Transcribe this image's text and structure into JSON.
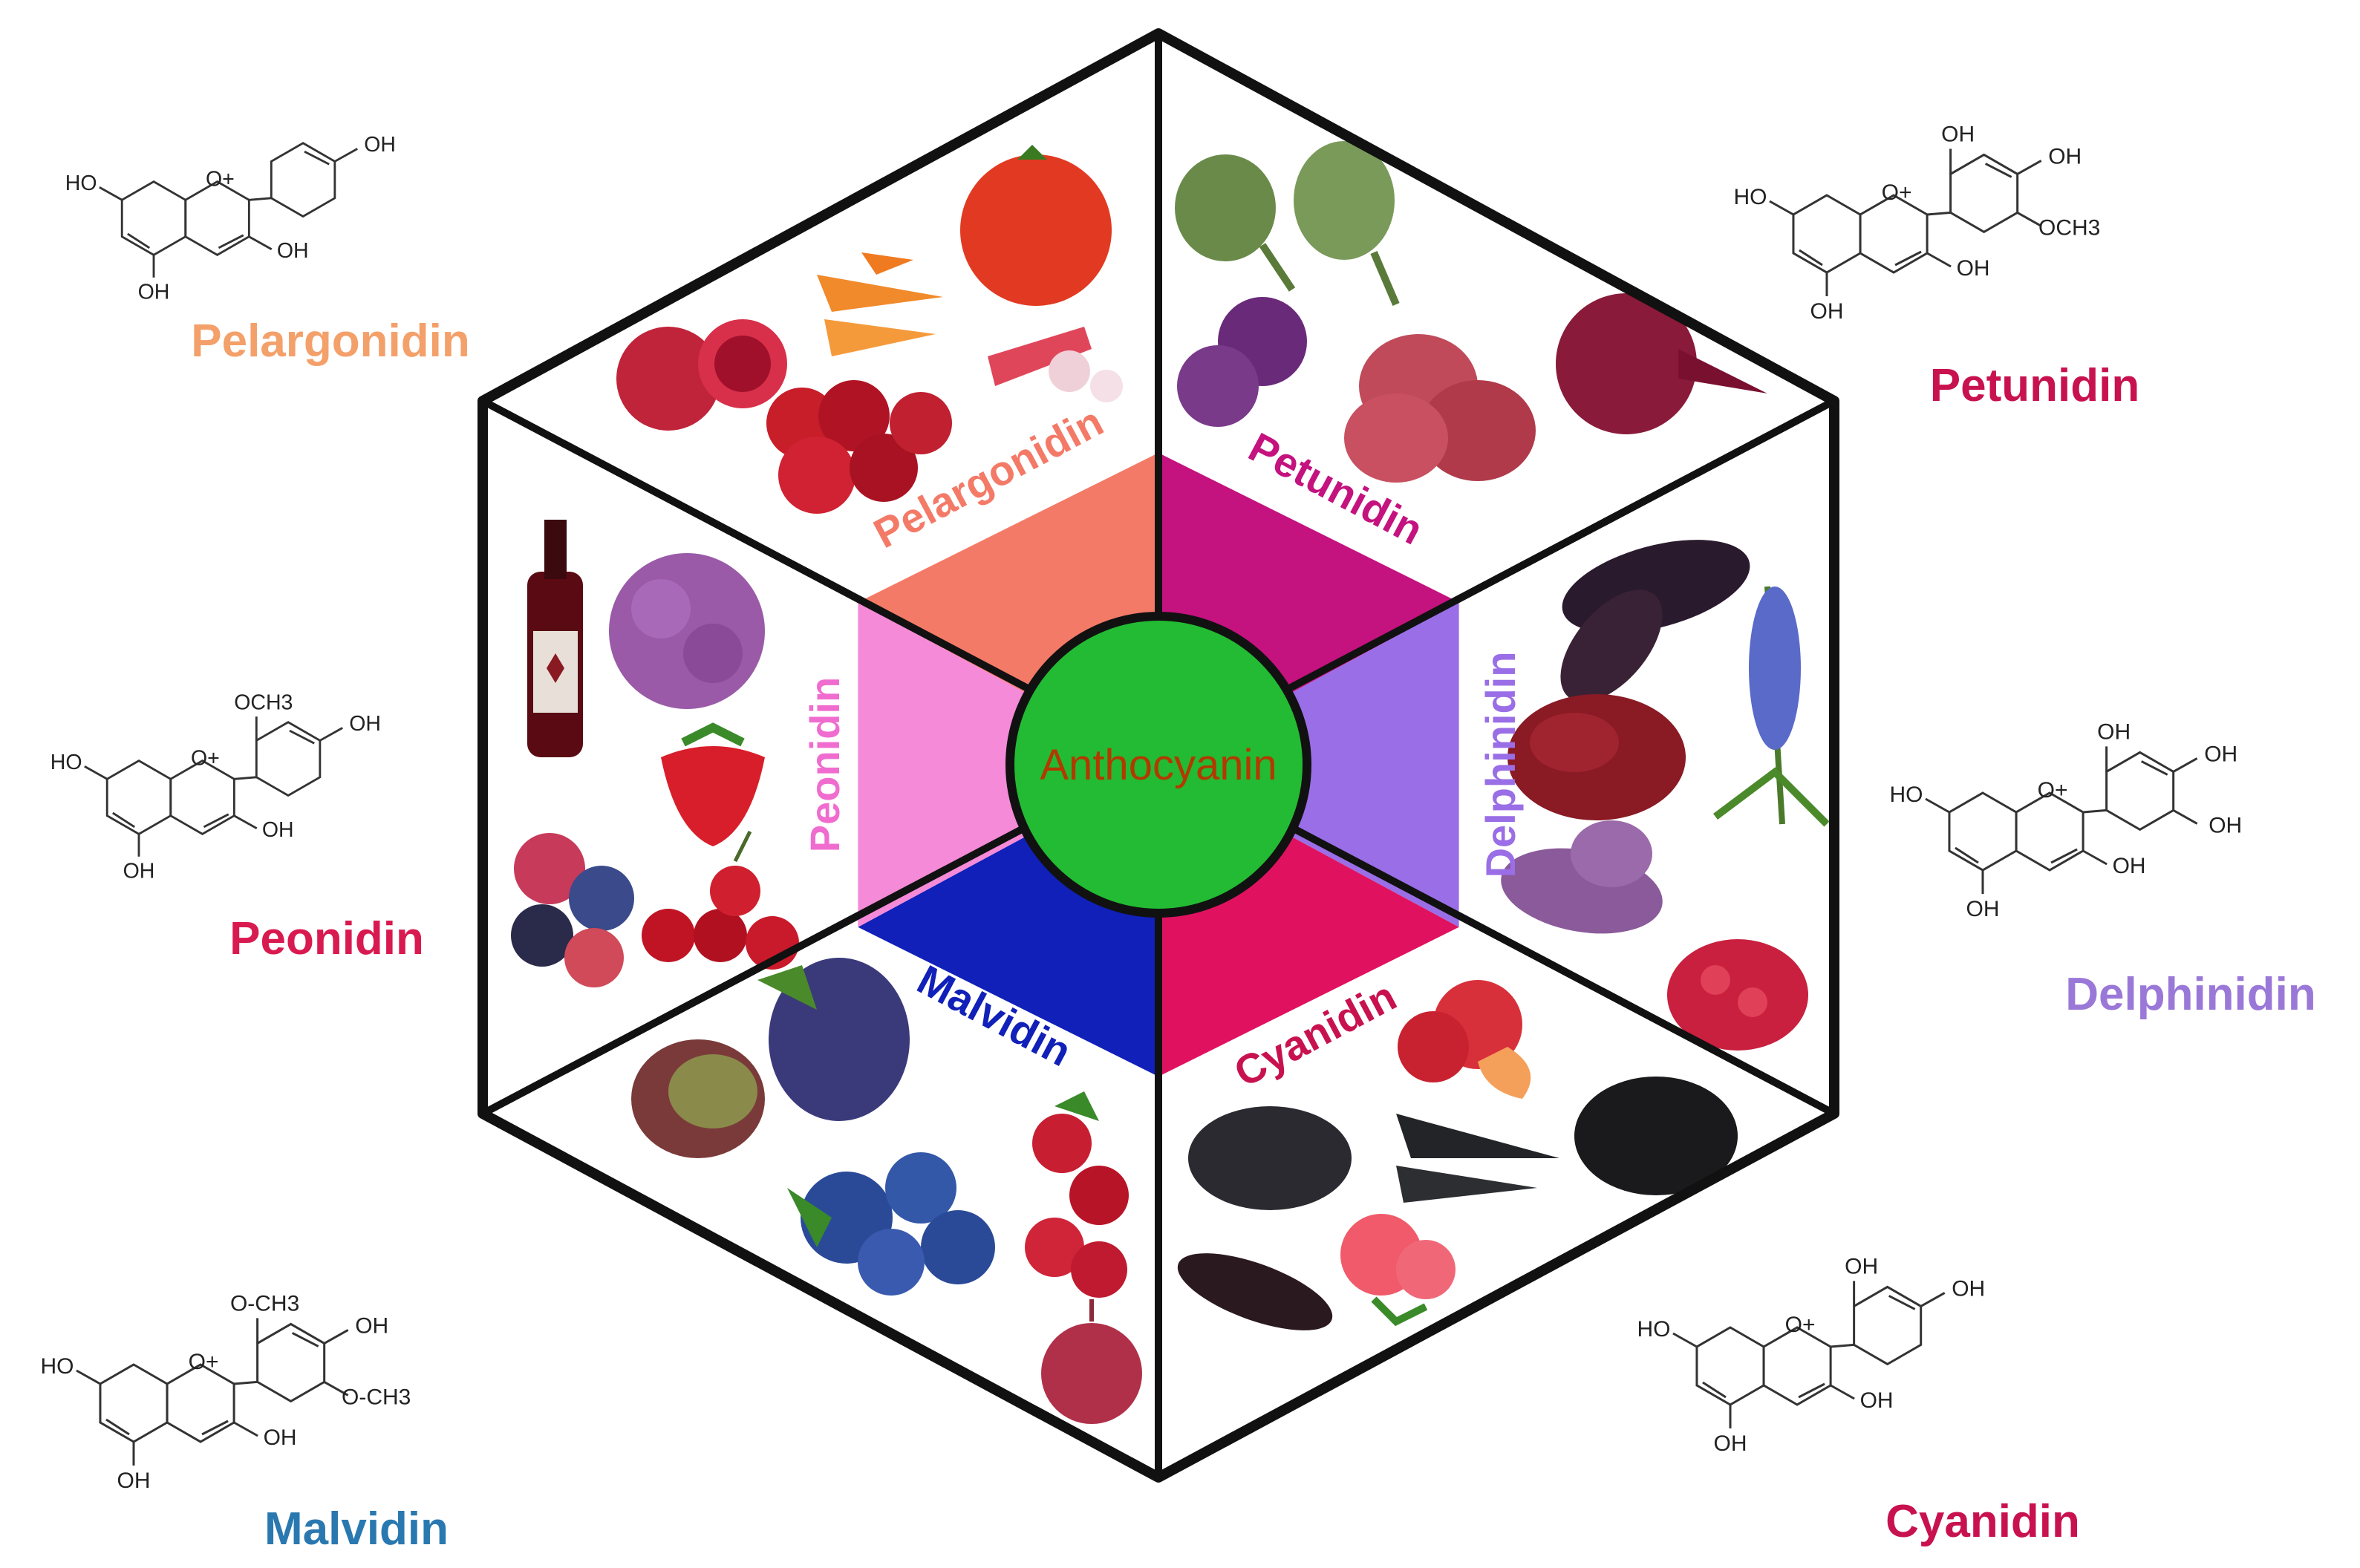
{
  "center": {
    "label": "Anthocyanin",
    "fill": "#22bb33",
    "text_color": "#b23a00"
  },
  "sectors": [
    {
      "id": "pelargonidin",
      "label": "Pelargonidin",
      "color": "#f47a68",
      "text_color": "#f47a68",
      "foods": [
        "pomegranate",
        "carrot",
        "tomato",
        "red-apple",
        "red-radish"
      ]
    },
    {
      "id": "petunidin",
      "label": "Petunidin",
      "color": "#c4127f",
      "text_color": "#c4127f",
      "foods": [
        "artichoke",
        "red-cabbage",
        "red-potato",
        "beetroot"
      ]
    },
    {
      "id": "delphinidin",
      "label": "Delphinidin",
      "color": "#9a6ee6",
      "text_color": "#9a6ee6",
      "foods": [
        "eggplant",
        "red-beans",
        "larkspur-flower",
        "purple-sweet-potato",
        "red-currant"
      ]
    },
    {
      "id": "cyanidin",
      "label": "Cyanidin",
      "color": "#e0125f",
      "text_color": "#c8124f",
      "foods": [
        "plum",
        "black-soybean",
        "black-carrot",
        "black-rice",
        "purple-corn",
        "raspberry"
      ]
    },
    {
      "id": "malvidin",
      "label": "Malvidin",
      "color": "#1020b8",
      "text_color": "#1020b8",
      "foods": [
        "lettuce",
        "grapes",
        "blueberry",
        "cranberry",
        "red-onion"
      ]
    },
    {
      "id": "peonidin",
      "label": "Peonidin",
      "color": "#f58ad8",
      "text_color": "#f06ccf",
      "foods": [
        "red-wine",
        "purple-cauliflower",
        "strawberry",
        "mixed-berries",
        "cherry"
      ]
    }
  ],
  "structures": [
    {
      "id": "pelargonidin",
      "name": "Pelargonidin",
      "color": "#f4a06a",
      "groups": {
        "r7": "HO",
        "o_plus": "O+",
        "r3": "OH",
        "r5": "OH",
        "b3": "",
        "b4": "OH",
        "b5": ""
      }
    },
    {
      "id": "petunidin",
      "name": "Petunidin",
      "color": "#c8124f",
      "groups": {
        "r7": "HO",
        "o_plus": "O+",
        "r3": "OH",
        "r5": "OH",
        "b3": "OH",
        "b4": "OH",
        "b5": "OCH3"
      }
    },
    {
      "id": "peonidin",
      "name": "Peonidin",
      "color": "#d81a50",
      "groups": {
        "r7": "HO",
        "o_plus": "O+",
        "r3": "OH",
        "r5": "OH",
        "b3": "OCH3",
        "b4": "OH",
        "b5": ""
      }
    },
    {
      "id": "delphinidin",
      "name": "Delphinidin",
      "color": "#9a78d8",
      "groups": {
        "r7": "HO",
        "o_plus": "O+",
        "r3": "OH",
        "r5": "OH",
        "b3": "OH",
        "b4": "OH",
        "b5": "OH"
      }
    },
    {
      "id": "malvidin",
      "name": "Malvidin",
      "color": "#2a78b0",
      "groups": {
        "r7": "HO",
        "o_plus": "O+",
        "r3": "OH",
        "r5": "OH",
        "b3": "O-CH3",
        "b4": "OH",
        "b5": "O-CH3"
      }
    },
    {
      "id": "cyanidin",
      "name": "Cyanidin",
      "color": "#c8124f",
      "groups": {
        "r7": "HO",
        "o_plus": "O+",
        "r3": "OH",
        "r5": "OH",
        "b3": "OH",
        "b4": "OH",
        "b5": ""
      }
    }
  ]
}
